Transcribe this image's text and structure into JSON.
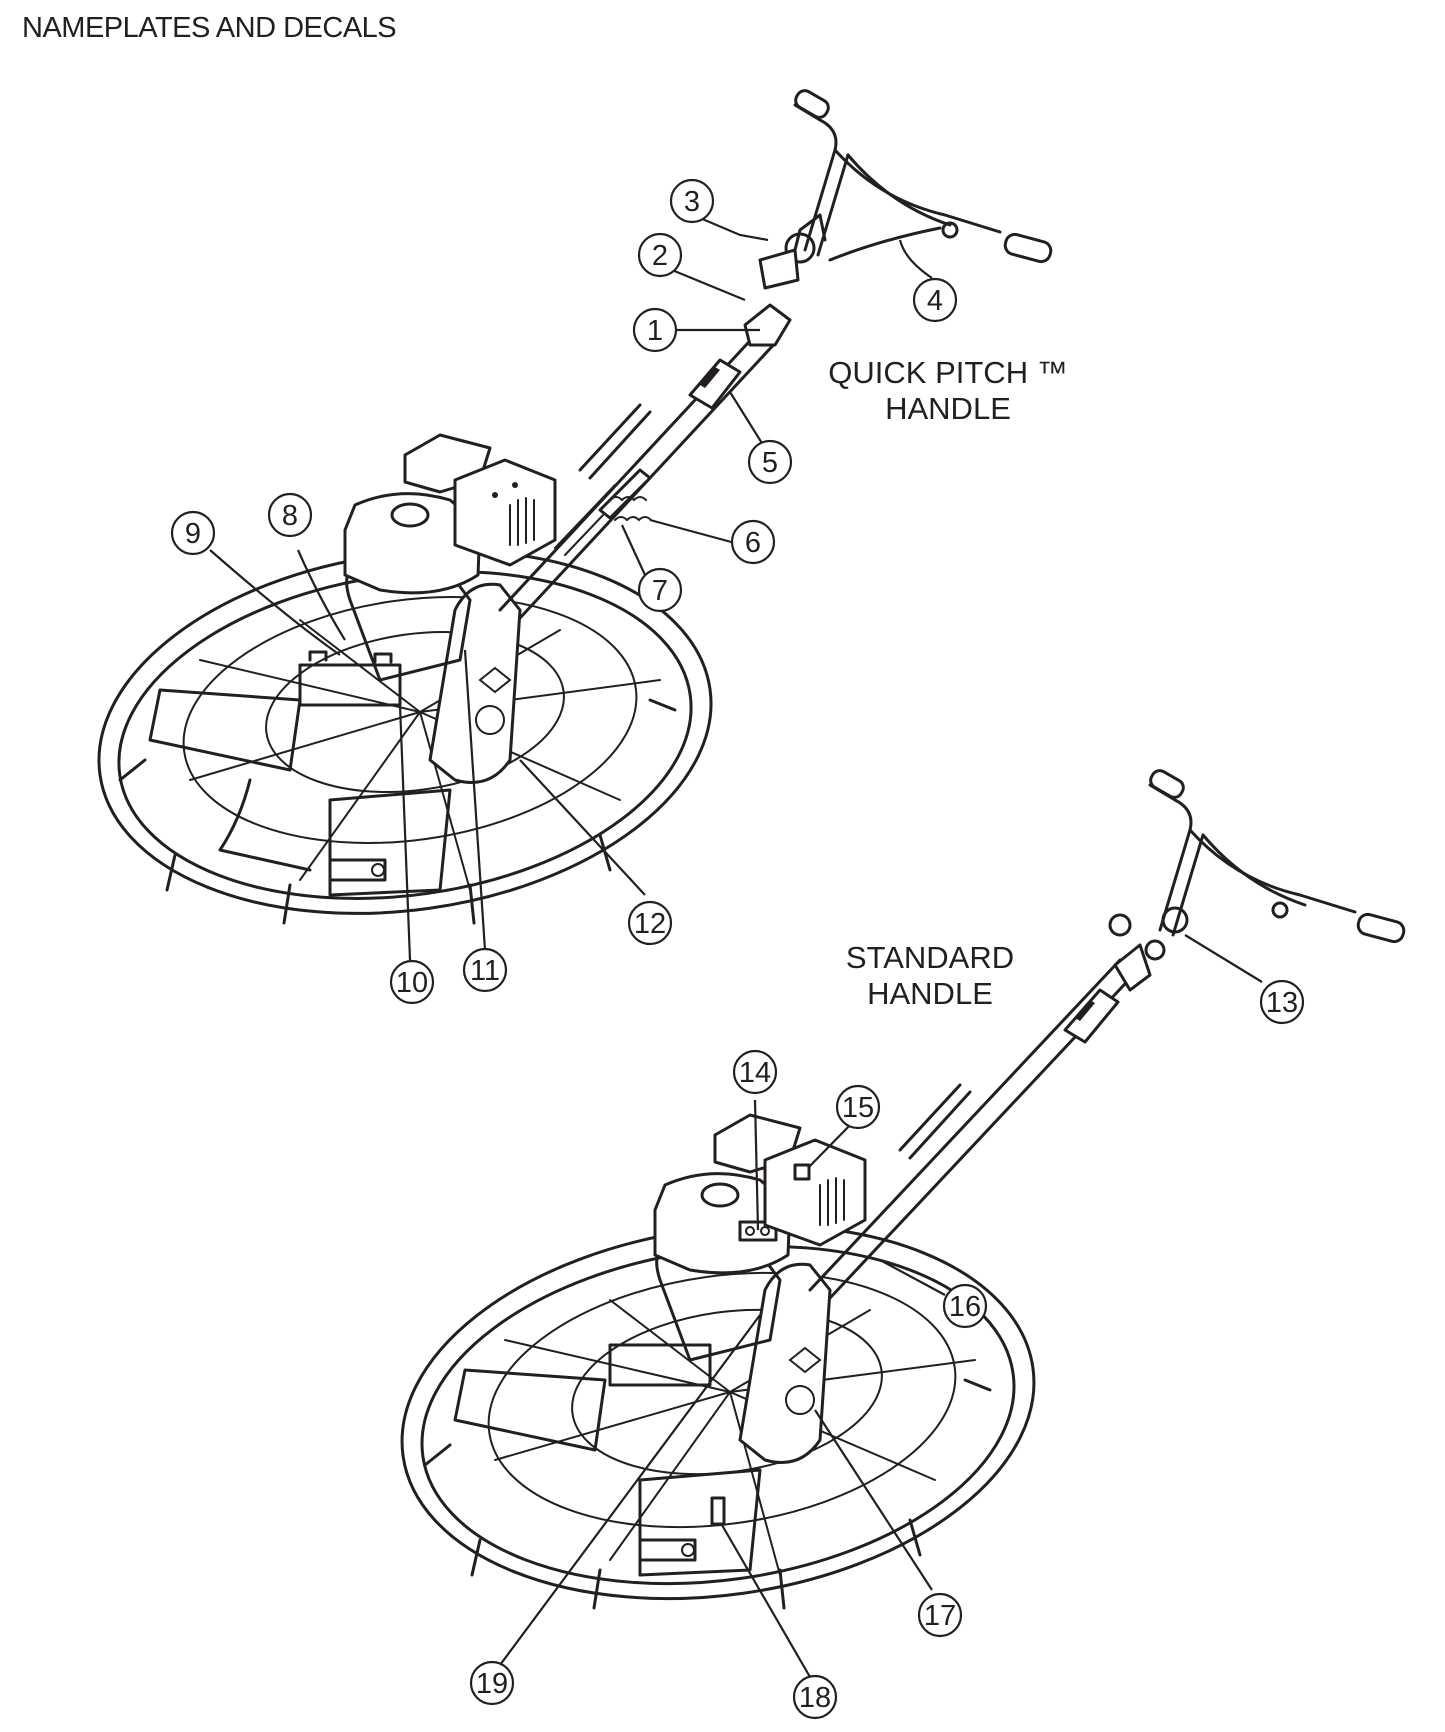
{
  "title": "NAMEPLATES AND DECALS",
  "captions": {
    "quick_pitch": "QUICK PITCH ™\nHANDLE",
    "standard": "STANDARD\nHANDLE"
  },
  "callouts": [
    "1",
    "2",
    "3",
    "4",
    "5",
    "6",
    "7",
    "8",
    "9",
    "10",
    "11",
    "12",
    "13",
    "14",
    "15",
    "16",
    "17",
    "18",
    "19"
  ]
}
